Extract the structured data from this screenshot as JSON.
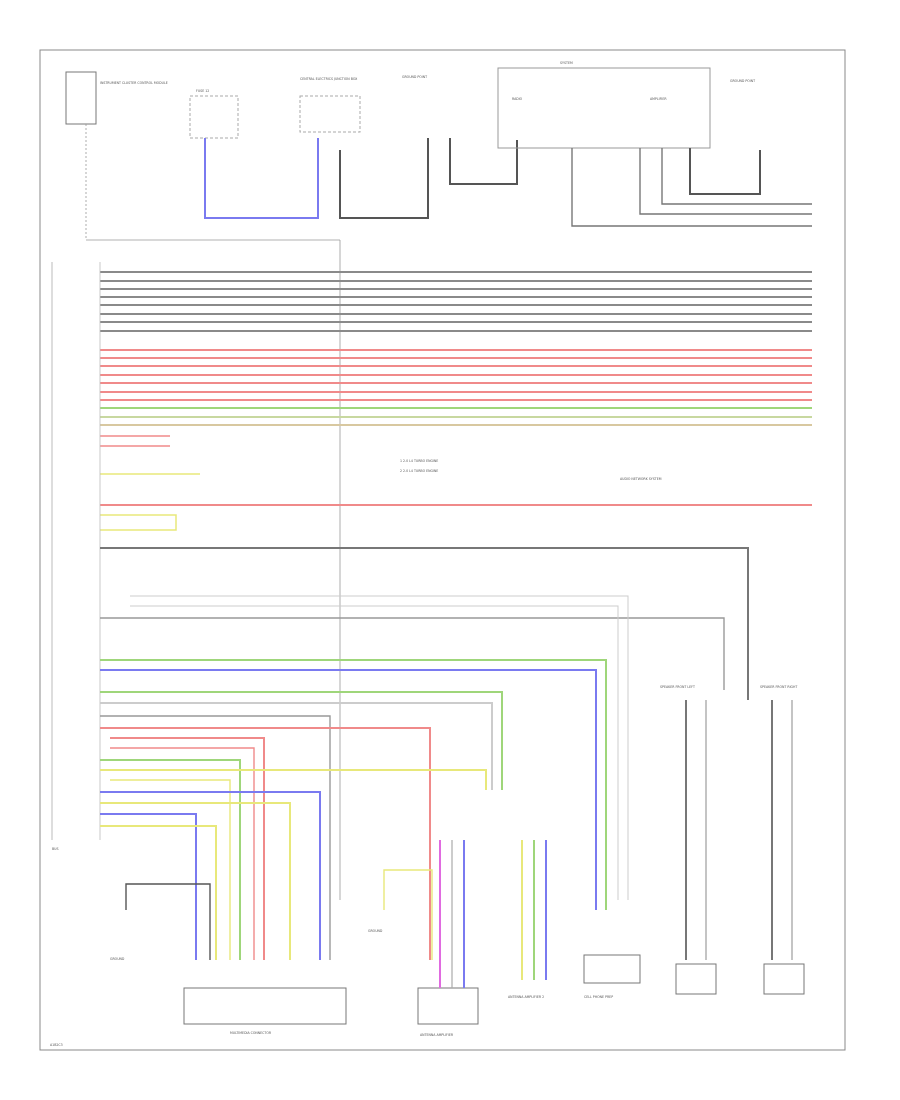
{
  "diagram": {
    "top_right_label": "SYSTEM",
    "center_note_1": "1  2.0 L4 TURBO ENGINE",
    "center_note_2": "2  2.0 L4 TURBO ENGINE",
    "right_section_label": "AUDIO NETWORK SYSTEM",
    "footer_id": "A1B2C3",
    "left_vertical_label": "BUS"
  },
  "components": {
    "top_left": "INSTRUMENT CLUSTER CONTROL MODULE",
    "fuse_box": "FUSE 12",
    "junction": "CENTRAL ELECTRICS JUNCTION BOX",
    "ground_top": "GROUND POINT",
    "radio": "RADIO",
    "amplifier": "AMPLIFIER",
    "ground_right": "GROUND POINT",
    "connector_main": "MULTIMEDIA CONNECTOR",
    "antenna": "ANTENNA AMPLIFIER",
    "antenna_b": "ANTENNA AMPLIFIER 2",
    "phone": "CELL PHONE PREP",
    "speaker_fl": "SPEAKER FRONT LEFT",
    "speaker_fr": "SPEAKER FRONT RIGHT",
    "ground_left": "GROUND",
    "ground_mid": "GROUND"
  },
  "colors": {
    "gray": "#8a8a8a",
    "dark": "#555555",
    "red": "#f08a8a",
    "green": "#9fd67a",
    "yellow": "#e8e87a",
    "blue": "#7a7af0",
    "magenta": "#e06ae0",
    "light": "#cccccc",
    "frame": "#888888"
  }
}
